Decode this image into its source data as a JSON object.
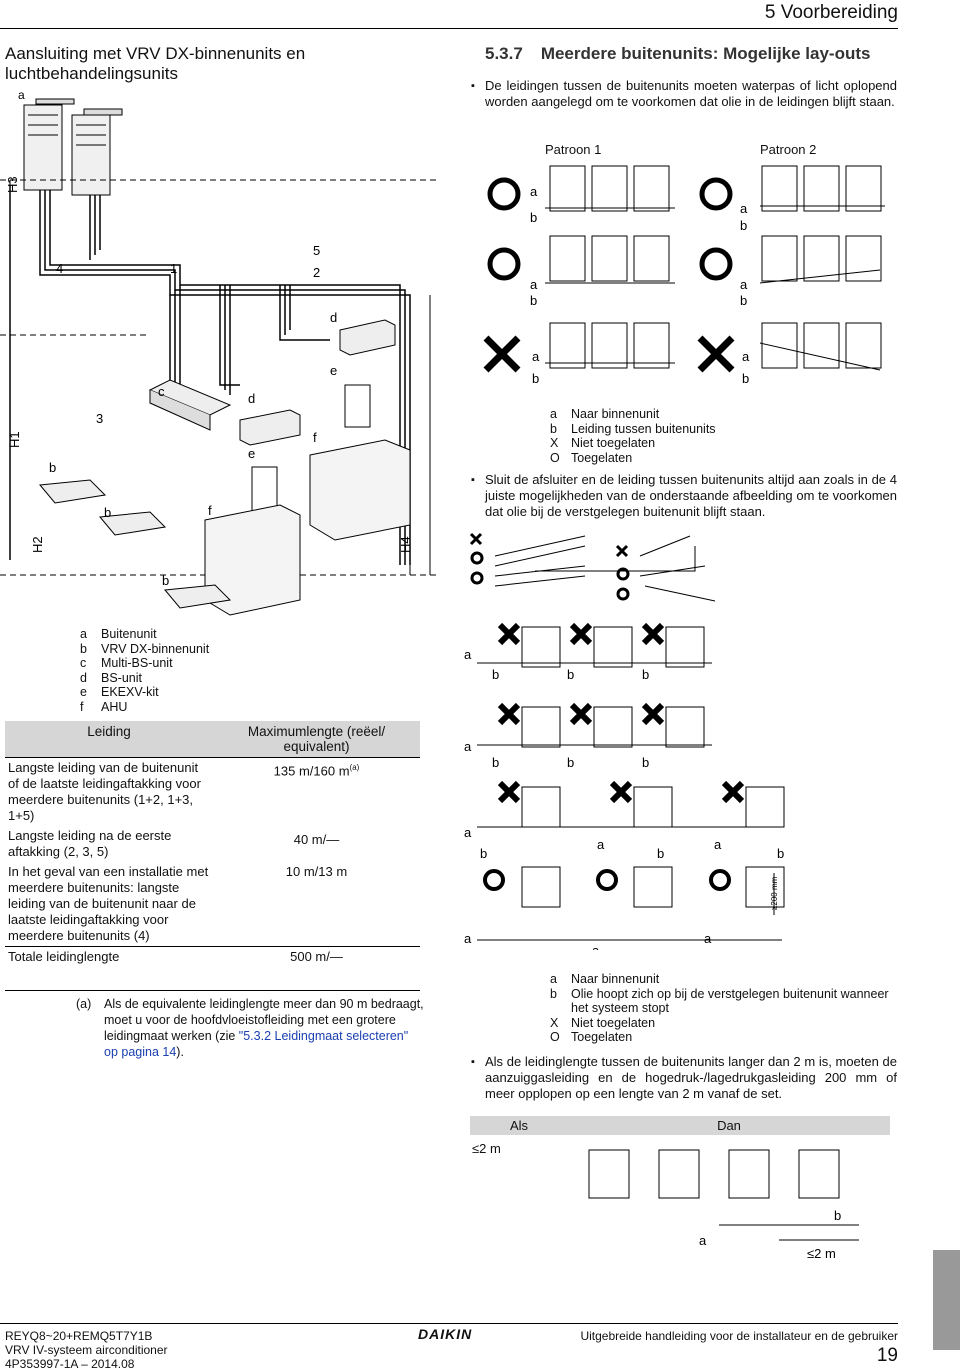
{
  "header": {
    "section": "5 Voorbereiding"
  },
  "left": {
    "title": "Aansluiting met VRV DX-binnenunits en luchtbehandelingsunits",
    "diagram_labels": {
      "a": "a",
      "b": "b",
      "c": "c",
      "d": "d",
      "e": "e",
      "f": "f",
      "n1": "1",
      "n2": "2",
      "n3": "3",
      "n4": "4",
      "n5": "5",
      "H1": "H1",
      "H2": "H2",
      "H3": "H3",
      "H4": "H4"
    },
    "legend": [
      {
        "key": "a",
        "text": "Buitenunit"
      },
      {
        "key": "b",
        "text": "VRV DX-binnenunit"
      },
      {
        "key": "c",
        "text": "Multi-BS-unit"
      },
      {
        "key": "d",
        "text": "BS-unit"
      },
      {
        "key": "e",
        "text": "EKEXV-kit"
      },
      {
        "key": "f",
        "text": "AHU"
      }
    ],
    "table": {
      "headers": [
        "Leiding",
        "Maximumlengte (reëel/ equivalent)"
      ],
      "rows": [
        {
          "leiding": "Langste leiding van de buitenunit of de laatste leidingaftakking voor meerdere buitenunits (1+2, 1+3, 1+5)",
          "max": "135 m/160 m",
          "sup": "(a)"
        },
        {
          "leiding": "Langste leiding na de eerste aftakking (2, 3, 5)",
          "max": "40 m/—",
          "sup": ""
        },
        {
          "leiding": "In het geval van een installatie met meerdere buitenunits: langste leiding van de buitenunit naar de laatste leidingaftakking voor meerdere buitenunits (4)",
          "max": "10 m/13 m",
          "sup": ""
        },
        {
          "leiding": "Totale leidinglengte",
          "max": "500 m/—",
          "sup": ""
        }
      ]
    },
    "footnote": {
      "key": "(a)",
      "text": "Als de equivalente leidinglengte meer dan 90 m bedraagt, moet u voor de hoofdvloeistofleiding met een grotere leidingmaat werken (zie ",
      "link": "\"5.3.2 Leidingmaat selecteren\" op pagina 14",
      "end": ")."
    }
  },
  "right": {
    "section_num": "5.3.7",
    "section_title": "Meerdere buitenunits: Mogelijke lay-outs",
    "bullet1": "De leidingen tussen de buitenunits moeten waterpas of licht oplopend worden aangelegd om te voorkomen dat olie in de leidingen blijft staan.",
    "pattern1": "Patroon 1",
    "pattern2": "Patroon 2",
    "diagram_labels": {
      "a": "a",
      "b": "b"
    },
    "legend1": [
      {
        "key": "a",
        "text": "Naar binnenunit"
      },
      {
        "key": "b",
        "text": "Leiding tussen buitenunits"
      },
      {
        "key": "X",
        "text": "Niet toegelaten"
      },
      {
        "key": "O",
        "text": "Toegelaten"
      }
    ],
    "bullet2": "Sluit de afsluiter en de leiding tussen buitenunits altijd aan zoals in de 4 juiste mogelijkheden van de onderstaande afbeelding om te voorkomen dat olie bij de verstgelegen buitenunit blijft staan.",
    "dim_200": "≥200 mm",
    "legend2": [
      {
        "key": "a",
        "text": "Naar binnenunit"
      },
      {
        "key": "b",
        "text": "Olie hoopt zich op bij de verstgelegen buitenunit wanneer het systeem stopt"
      },
      {
        "key": "X",
        "text": "Niet toegelaten"
      },
      {
        "key": "O",
        "text": "Toegelaten"
      }
    ],
    "bullet3": "Als de leidinglengte tussen de buitenunits langer dan 2 m is, moeten de aanzuiggasleiding en de hogedruk-/lagedrukgasleiding 200 mm of meer opplopen op een lengte van 2 m vanaf de set.",
    "als_dan": {
      "als": "Als",
      "dan": "Dan",
      "le2m_left": "≤2 m",
      "le2m_right": "≤2 m",
      "a": "a",
      "b": "b"
    }
  },
  "footer": {
    "model": "REYQ8~20+REMQ5T7Y1B",
    "system": "VRV IV-systeem airconditioner",
    "docnr": "4P353997-1A – 2014.08",
    "brand": "DAIKIN",
    "manual": "Uitgebreide handleiding voor de installateur en de gebruiker",
    "page": "19"
  }
}
